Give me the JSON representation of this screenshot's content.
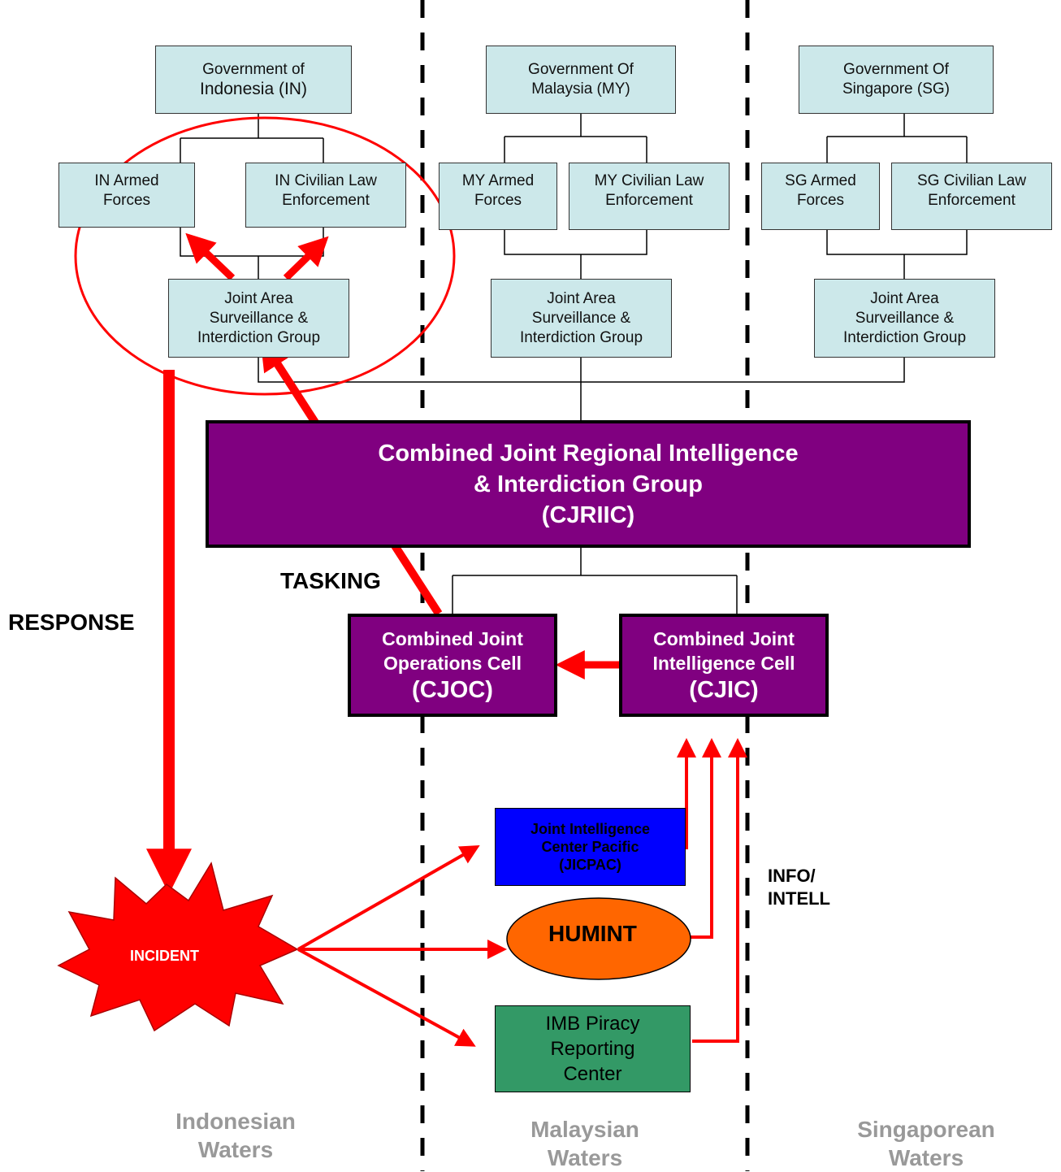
{
  "governments": {
    "indonesia": [
      "Government  of",
      "Indonesia (IN)"
    ],
    "malaysia": [
      "Government Of",
      "Malaysia (MY)"
    ],
    "singapore": [
      "Government Of",
      "Singapore (SG)"
    ]
  },
  "armed_forces": {
    "indonesia": [
      "IN Armed",
      "Forces"
    ],
    "malaysia": [
      "MY Armed",
      "Forces"
    ],
    "singapore": [
      "SG Armed",
      "Forces"
    ]
  },
  "civilian_law": {
    "indonesia": [
      "IN Civilian Law",
      "Enforcement"
    ],
    "malaysia": [
      "MY Civilian Law",
      "Enforcement"
    ],
    "singapore": [
      "SG Civilian Law",
      "Enforcement"
    ]
  },
  "jasig": [
    "Joint Area",
    "Surveillance &",
    "Interdiction Group"
  ],
  "cjriic": [
    "Combined Joint Regional  Intelligence",
    "& Interdiction Group",
    "(CJRIIC)"
  ],
  "cjoc": [
    "Combined Joint",
    "Operations Cell",
    "(CJOC)"
  ],
  "cjic": [
    "Combined Joint",
    "Intelligence Cell",
    "(CJIC)"
  ],
  "jicpac": [
    "Joint Intelligence",
    "Center Pacific",
    "(JICPAC)"
  ],
  "humint": "HUMINT",
  "imb": [
    "IMB Piracy",
    "Reporting",
    "Center"
  ],
  "incident": "INCIDENT",
  "labels": {
    "tasking": "TASKING",
    "response": "RESPONSE",
    "info": [
      "INFO/",
      "INTELL"
    ]
  },
  "waters": {
    "indonesian": [
      "Indonesian",
      "Waters"
    ],
    "malaysian": [
      "Malaysian",
      "Waters"
    ],
    "singaporean": [
      "Singaporean",
      "Waters"
    ]
  },
  "colors": {
    "light_box": "#cce8ea",
    "purple": "#800080",
    "red": "#ff0000",
    "jicpac": "#0000ff",
    "humint": "#ff6600",
    "imb": "#339966",
    "waters_text": "#999999"
  }
}
